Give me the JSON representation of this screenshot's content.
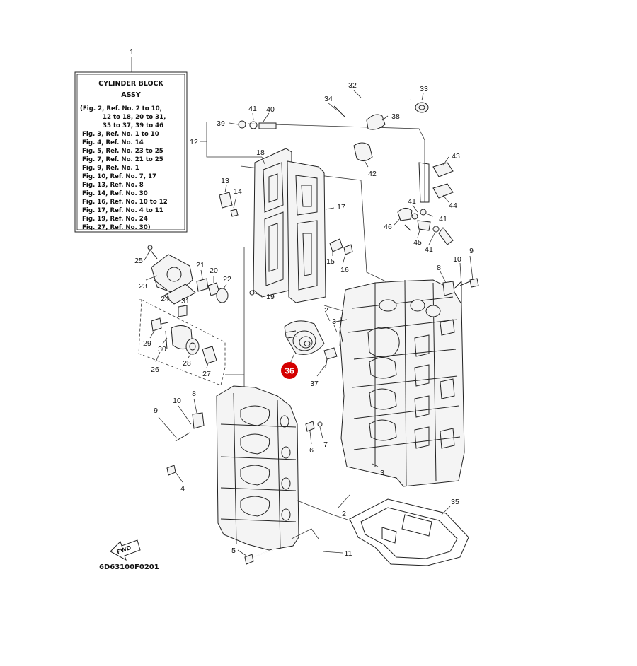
{
  "legend_box": {
    "callout": "1",
    "title_line1": "CYLINDER BLOCK",
    "title_line2": "ASSY",
    "lines": [
      "(Fig. 2, Ref. No. 2 to 10,",
      "12 to 18, 20 to 31,",
      "35 to 37, 39 to 46",
      "Fig. 3, Ref. No. 1 to 10",
      "Fig. 4, Ref. No. 14",
      "Fig. 5, Ref. No. 23 to 25",
      "Fig. 7, Ref. No. 21 to 25",
      "Fig. 9, Ref. No. 1",
      "Fig. 10, Ref. No. 7, 17",
      "Fig. 13, Ref. No. 8",
      "Fig. 14, Ref. No. 30",
      "Fig. 16, Ref. No. 10 to 12",
      "Fig. 17, Ref. No. 4 to 11",
      "Fig. 19, Ref. No. 24",
      "Fig. 27, Ref. No. 30)"
    ]
  },
  "callouts": {
    "c2a": "2",
    "c3a": "3",
    "c2b": "2",
    "c3b": "3",
    "c4": "4",
    "c5": "5",
    "c6": "6",
    "c7": "7",
    "c8a": "8",
    "c8b": "8",
    "c9a": "9",
    "c9b": "9",
    "c10a": "10",
    "c10b": "10",
    "c11": "11",
    "c12": "12",
    "c13": "13",
    "c14": "14",
    "c15": "15",
    "c16": "16",
    "c17": "17",
    "c18": "18",
    "c19": "19",
    "c20": "20",
    "c21": "21",
    "c22": "22",
    "c23": "23",
    "c24": "24",
    "c25": "25",
    "c26": "26",
    "c27": "27",
    "c28": "28",
    "c29": "29",
    "c30": "30",
    "c31": "31",
    "c32": "32",
    "c33": "33",
    "c34": "34",
    "c35": "35",
    "c37": "37",
    "c38": "38",
    "c39": "39",
    "c40": "40",
    "c41a": "41",
    "c41b": "41",
    "c41c": "41",
    "c41d": "41",
    "c42": "42",
    "c43": "43",
    "c44": "44",
    "c45": "45",
    "c46": "46"
  },
  "highlight": {
    "label": "36",
    "color": "#d40000"
  },
  "fwd_label": "FWD",
  "drawing_code": "6D63100F0201"
}
